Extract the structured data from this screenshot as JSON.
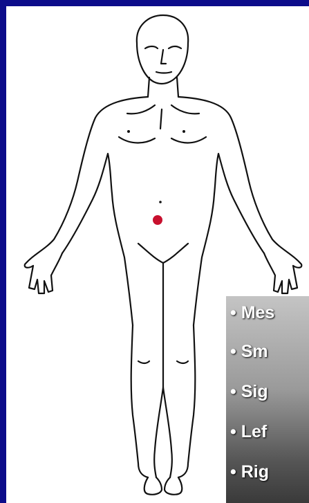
{
  "diagram": {
    "marker_color": "#c8102e",
    "background_color": "#0c0c8a"
  },
  "callout": {
    "items": [
      "• Mes",
      "• Sm",
      "• Sig",
      "• Lef",
      "• Rig"
    ]
  }
}
